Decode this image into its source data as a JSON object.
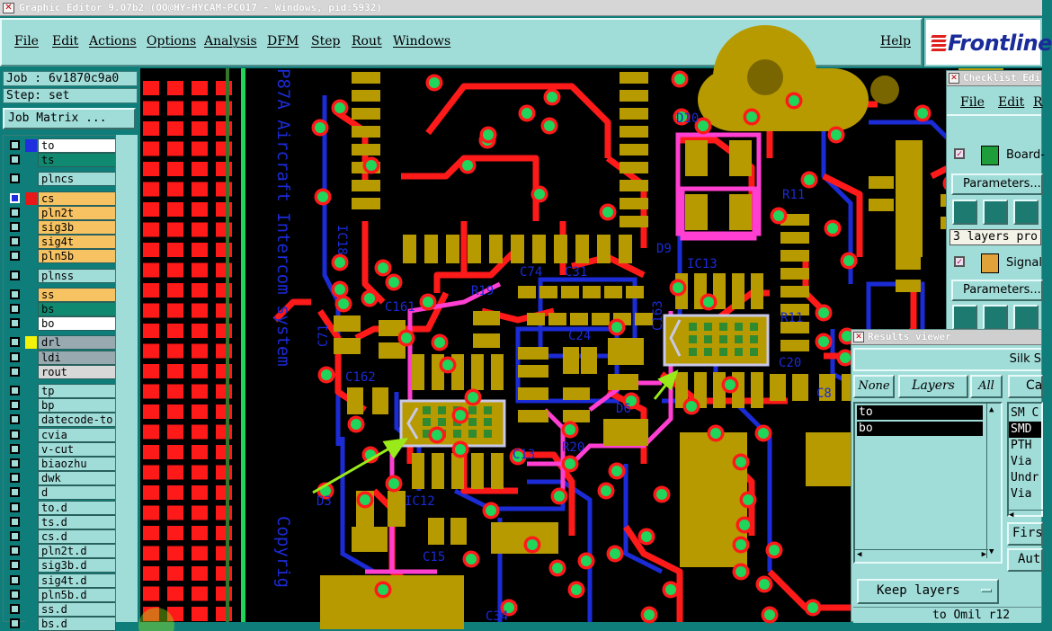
{
  "window": {
    "title": "Graphic Editor 9.07b2 (OO@HY-HYCAM-PC017 - Windows, pid:5932)"
  },
  "menu": [
    "File",
    "Edit",
    "Actions",
    "Options",
    "Analysis",
    "DFM",
    "Step",
    "Rout",
    "Windows"
  ],
  "help": "Help",
  "brand": "Frontline",
  "job": {
    "label": "Job : 6v1870c9a0",
    "step": "Step: set",
    "matrix_button": "Job Matrix ..."
  },
  "layers": [
    {
      "name": "to",
      "swatch": "#1f2ee0",
      "bg": "#ffffff"
    },
    {
      "name": "ts",
      "swatch": "#0f7d7a",
      "bg": "#0f8a70"
    },
    {
      "name": "plncs",
      "swatch": "#0f7d7a",
      "bg": "#a0dcd8"
    },
    {
      "name": "cs",
      "swatch": "#e81818",
      "bg": "#f7c262",
      "active": true
    },
    {
      "name": "pln2t",
      "swatch": "#0f7d7a",
      "bg": "#f7c262"
    },
    {
      "name": "sig3b",
      "swatch": "#0f7d7a",
      "bg": "#f7c262"
    },
    {
      "name": "sig4t",
      "swatch": "#0f7d7a",
      "bg": "#f7c262"
    },
    {
      "name": "pln5b",
      "swatch": "#0f7d7a",
      "bg": "#f7c262"
    },
    {
      "name": "plnss",
      "swatch": "#0f7d7a",
      "bg": "#a0dcd8"
    },
    {
      "name": "ss",
      "swatch": "#0f7d7a",
      "bg": "#f7c262"
    },
    {
      "name": "bs",
      "swatch": "#0f7d7a",
      "bg": "#0f8a70"
    },
    {
      "name": "bo",
      "swatch": "#0f7d7a",
      "bg": "#ffffff"
    },
    {
      "name": "drl",
      "swatch": "#f2f20a",
      "bg": "#98aab0"
    },
    {
      "name": "ldi",
      "swatch": "#0f7d7a",
      "bg": "#98aab0"
    },
    {
      "name": "rout",
      "swatch": "#0f7d7a",
      "bg": "#d8d8d8"
    },
    {
      "name": "tp",
      "swatch": "#0f7d7a",
      "bg": "#a0dcd8"
    },
    {
      "name": "bp",
      "swatch": "#0f7d7a",
      "bg": "#a0dcd8"
    },
    {
      "name": "datecode-to",
      "swatch": "#0f7d7a",
      "bg": "#a0dcd8"
    },
    {
      "name": "cvia",
      "swatch": "#0f7d7a",
      "bg": "#a0dcd8"
    },
    {
      "name": "v-cut",
      "swatch": "#0f7d7a",
      "bg": "#a0dcd8"
    },
    {
      "name": "biaozhu",
      "swatch": "#0f7d7a",
      "bg": "#a0dcd8"
    },
    {
      "name": "dwk",
      "swatch": "#0f7d7a",
      "bg": "#a0dcd8"
    },
    {
      "name": "d",
      "swatch": "#0f7d7a",
      "bg": "#a0dcd8"
    },
    {
      "name": "to.d",
      "swatch": "#0f7d7a",
      "bg": "#a0dcd8"
    },
    {
      "name": "ts.d",
      "swatch": "#0f7d7a",
      "bg": "#a0dcd8"
    },
    {
      "name": "cs.d",
      "swatch": "#0f7d7a",
      "bg": "#a0dcd8"
    },
    {
      "name": "pln2t.d",
      "swatch": "#0f7d7a",
      "bg": "#a0dcd8"
    },
    {
      "name": "sig3b.d",
      "swatch": "#0f7d7a",
      "bg": "#a0dcd8"
    },
    {
      "name": "sig4t.d",
      "swatch": "#0f7d7a",
      "bg": "#a0dcd8"
    },
    {
      "name": "pln5b.d",
      "swatch": "#0f7d7a",
      "bg": "#a0dcd8"
    },
    {
      "name": "ss.d",
      "swatch": "#0f7d7a",
      "bg": "#a0dcd8"
    },
    {
      "name": "bs.d",
      "swatch": "#0f7d7a",
      "bg": "#a0dcd8"
    }
  ],
  "pcb": {
    "silk_text": [
      "P87A Aircraft Intercom system",
      "Copyrig"
    ],
    "refs": [
      "D10",
      "R11",
      "D9",
      "IC13",
      "C74",
      "C31",
      "R19",
      "C161",
      "C71",
      "C24",
      "C163",
      "R11",
      "C162",
      "C20",
      "C8",
      "D6",
      "R20",
      "C13",
      "D3",
      "IC12",
      "IC18",
      "C15",
      "C34"
    ]
  },
  "checklist": {
    "title": "Checklist Edi",
    "menu": [
      "File",
      "Edit",
      "R"
    ],
    "items": [
      {
        "label": "Board-",
        "params": "Parameters...",
        "status": "3 layers pro"
      },
      {
        "label": "Signal",
        "params": "Parameters..."
      }
    ]
  },
  "results": {
    "title": "Results viewer",
    "header": "Silk S",
    "buttons": {
      "none": "None",
      "layers": "Layers",
      "all": "All",
      "ca": "Ca"
    },
    "layers": [
      "to",
      "bo"
    ],
    "categories": [
      "SM C",
      "SMD",
      "PTH",
      "Via",
      "Undr",
      "Via"
    ],
    "selected_category": "SMD",
    "first": "Firs",
    "auto": "Aut",
    "keep_layers": "Keep layers",
    "status": "to Omil  r12"
  },
  "colors": {
    "panel": "#a0dcd8",
    "teal": "#0f7d7a",
    "copper": "#b79a00",
    "trace": "#ff1a1a",
    "pad": "#1fd55a",
    "silk": "#1b2bd6",
    "highlight": "#ff3fd1",
    "arrow": "#9aea1a"
  }
}
